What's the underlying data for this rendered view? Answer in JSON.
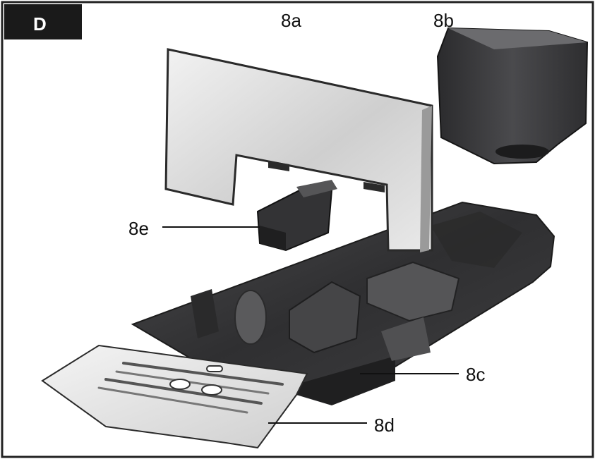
{
  "figure": {
    "badge": "D",
    "labels": {
      "a": "8a",
      "b": "8b",
      "c": "8c",
      "d": "8d",
      "e": "8e"
    }
  },
  "colors": {
    "frame": "#222222",
    "badge_bg": "#1a1a1a",
    "tray_dark": "#3a3a3c",
    "panel_light": "#d9d9d9"
  }
}
